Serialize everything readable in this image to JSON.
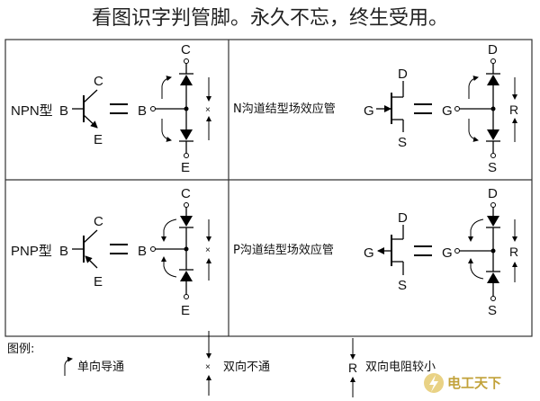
{
  "title": "看图识字判管脚。永久不忘，终生受用。",
  "panels": {
    "npn": {
      "label": "NPN型",
      "base": "B",
      "collector": "C",
      "emitter": "E",
      "base_eq": "B",
      "collector_eq": "C",
      "emitter_eq": "E"
    },
    "nfet": {
      "label": "N沟道结型场效应管",
      "gate": "G",
      "drain": "D",
      "source": "S",
      "gate_eq": "G",
      "drain_eq": "D",
      "source_eq": "S",
      "r": "R"
    },
    "pnp": {
      "label": "PNP型",
      "base": "B",
      "collector": "C",
      "emitter": "E",
      "base_eq": "B",
      "collector_eq": "C",
      "emitter_eq": "E"
    },
    "pfet": {
      "label": "P沟道结型场效应管",
      "gate": "G",
      "drain": "D",
      "source": "S",
      "gate_eq": "G",
      "drain_eq": "D",
      "source_eq": "S",
      "r": "R"
    }
  },
  "legend": {
    "title": "图例:",
    "one_way": "单向导通",
    "two_way_block": "双向不通",
    "r_symbol": "R",
    "two_way_resistance": "双向电阻较小"
  },
  "watermark": {
    "text": "电工天下"
  }
}
